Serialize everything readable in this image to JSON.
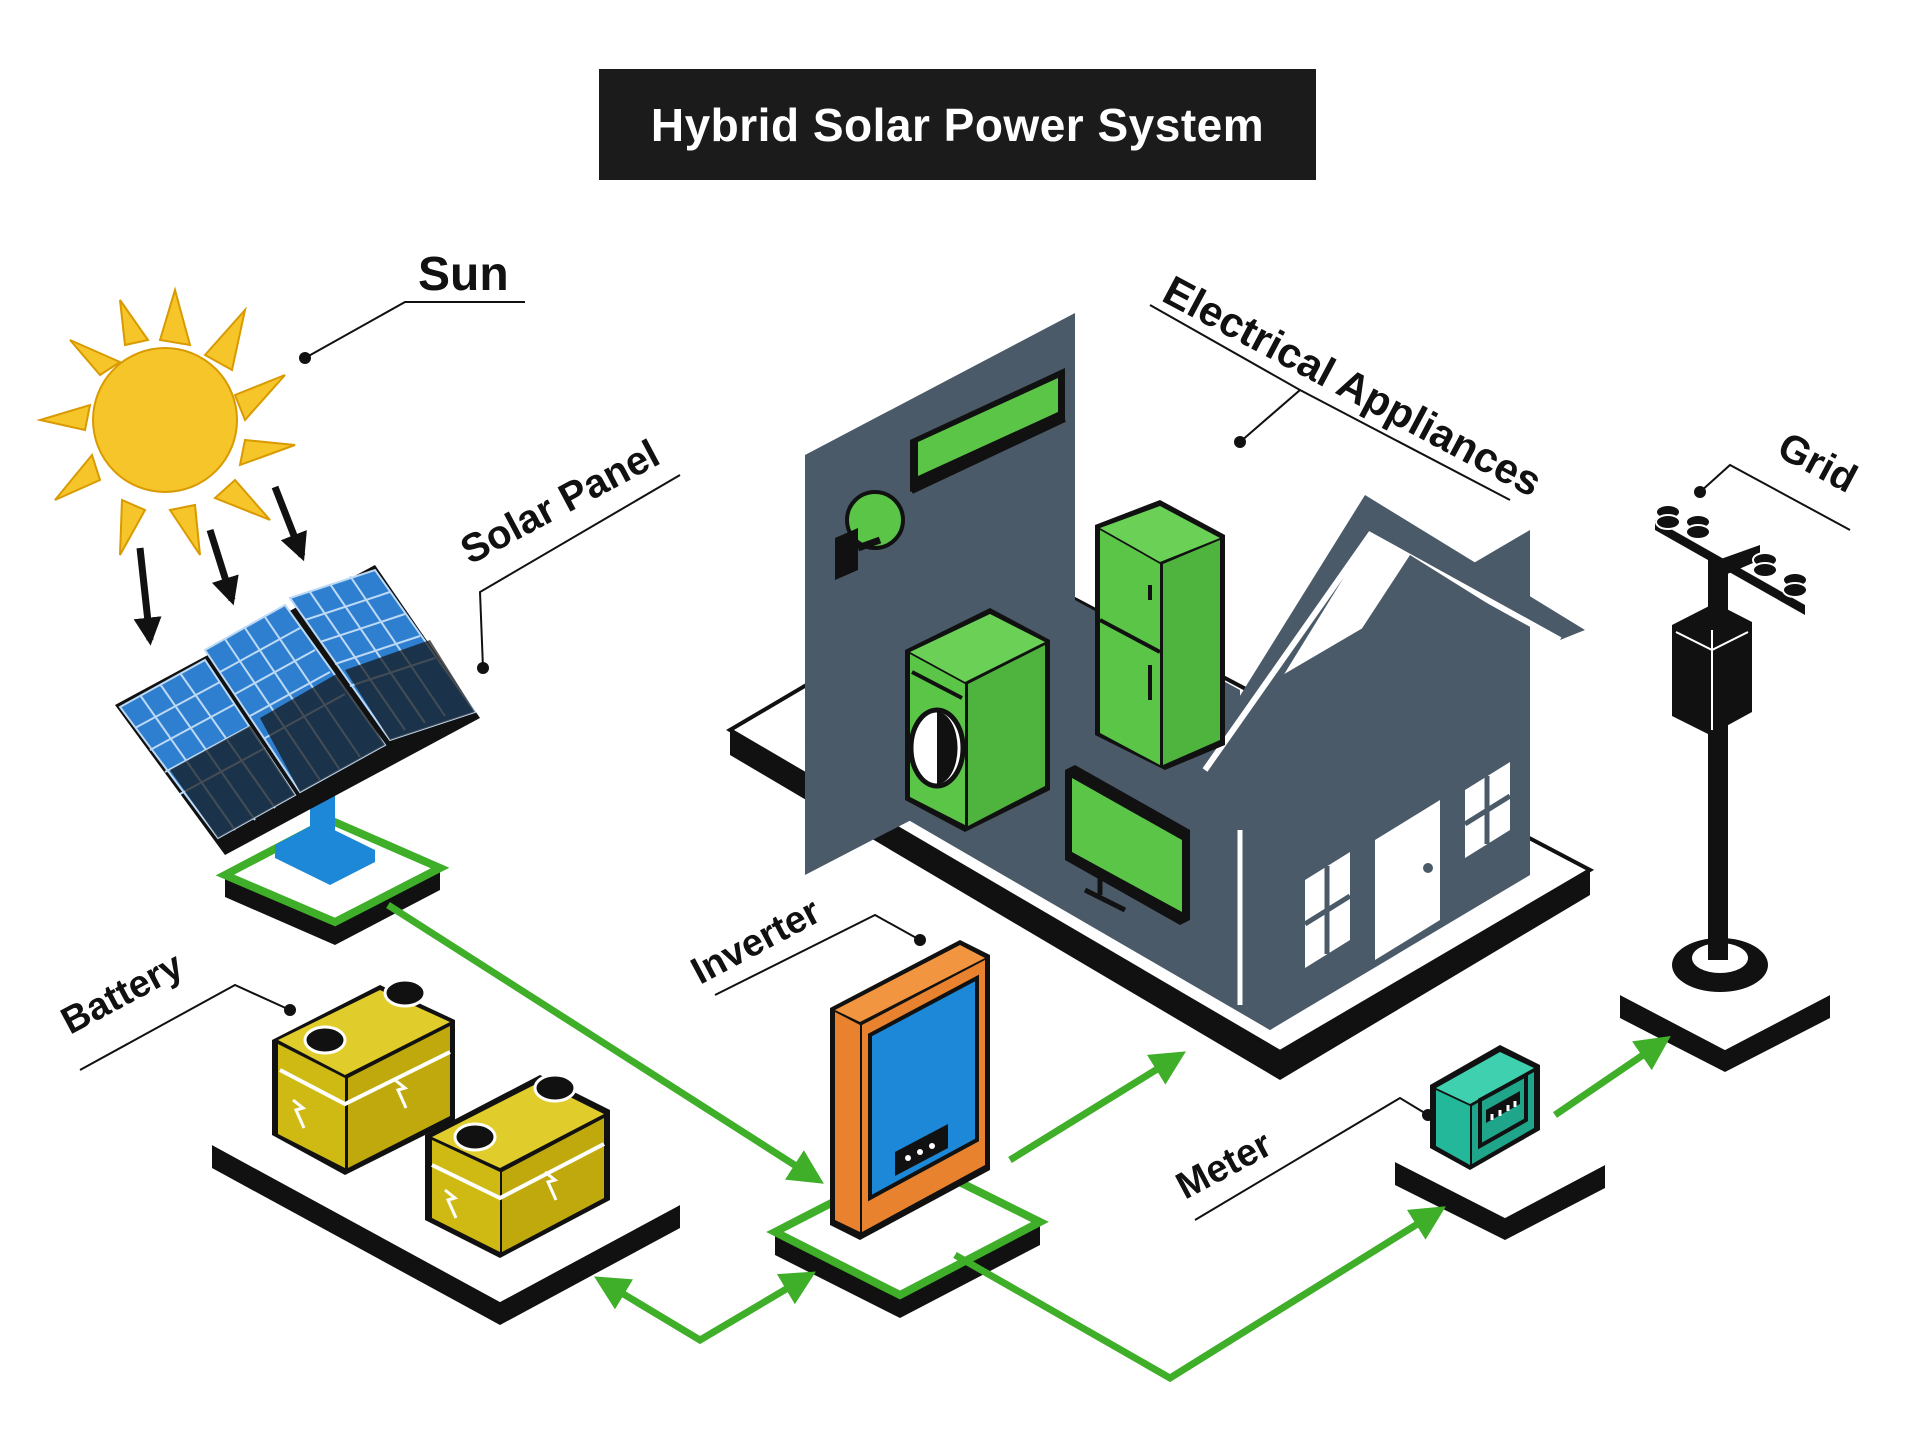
{
  "title": "Hybrid Solar Power System",
  "labels": {
    "sun": "Sun",
    "solar_panel": "Solar Panel",
    "electrical_appliances": "Electrical Appliances",
    "grid": "Grid",
    "battery": "Battery",
    "inverter": "Inverter",
    "meter": "Meter"
  },
  "colors": {
    "title_bg": "#1b1b1b",
    "flow_arrow": "#3fae29",
    "house": "#4a5a68",
    "appliance": "#5bc548",
    "battery": "#cfba14",
    "inverter_frame": "#e8822e",
    "inverter_screen": "#1e88d8",
    "meter": "#23b89a",
    "panel_blue": "#2f7fd0",
    "sun": "#f6c52a"
  }
}
